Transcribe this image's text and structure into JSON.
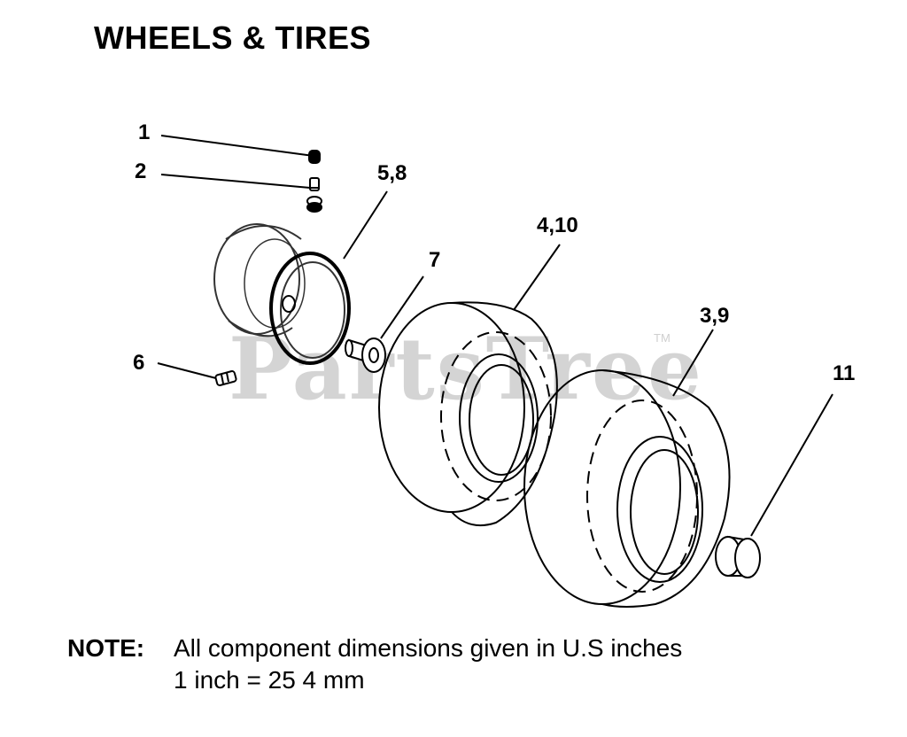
{
  "title": "WHEELS & TIRES",
  "watermark": "PartsTree",
  "trademark": "TM",
  "callouts": {
    "c1": "1",
    "c2": "2",
    "c58": "5,8",
    "c7": "7",
    "c410": "4,10",
    "c39": "3,9",
    "c6": "6",
    "c11": "11"
  },
  "note": {
    "label": "NOTE:",
    "line1": "All component dimensions given in U.S  inches",
    "line2": "1 inch = 25 4 mm"
  },
  "colors": {
    "ink": "#000000",
    "watermark": "#d4d4d4"
  }
}
